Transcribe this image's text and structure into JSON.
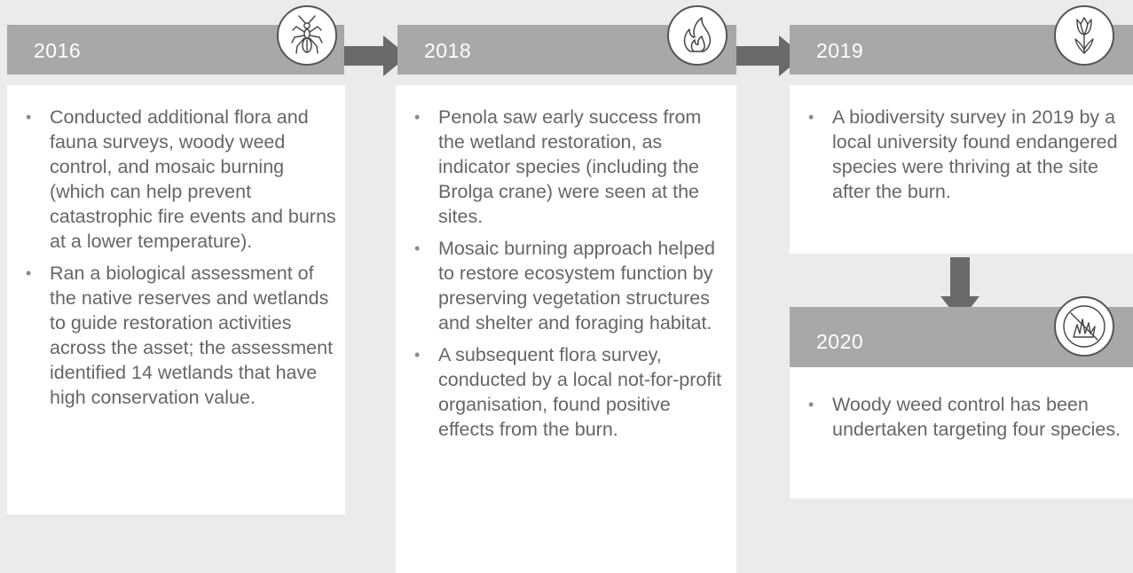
{
  "colors": {
    "header": "#a8a8a8",
    "arrow": "#6a6a6a",
    "card": "#ffffff",
    "text": "#666666",
    "background": "#ebebeb"
  },
  "steps": [
    {
      "year": "2016",
      "icon": "ant-icon",
      "bullets": [
        "Conducted additional flora and fauna surveys, woody weed control, and mosaic burning (which can help prevent catastrophic fire events and burns at a lower temperature).",
        "Ran a biological assessment of the native reserves and wetlands to guide restoration activities across the asset; the assessment identified 14 wetlands that have high conservation value."
      ]
    },
    {
      "year": "2018",
      "icon": "flame-icon",
      "bullets": [
        "Penola saw early success from the wetland restoration, as indicator species (including the Brolga crane) were seen at the sites.",
        "Mosaic burning approach helped to restore ecosystem function by preserving vegetation structures and shelter and foraging habitat.",
        "A subsequent flora survey, conducted by a local not-for-profit organisation, found positive effects from the burn."
      ]
    },
    {
      "year": "2019",
      "icon": "tulip-icon",
      "bullets": [
        "A biodiversity survey in 2019 by a local university found endangered species were thriving at the site after the burn."
      ]
    },
    {
      "year": "2020",
      "icon": "no-weed-icon",
      "bullets": [
        "Woody weed control has been undertaken targeting four species."
      ]
    }
  ]
}
